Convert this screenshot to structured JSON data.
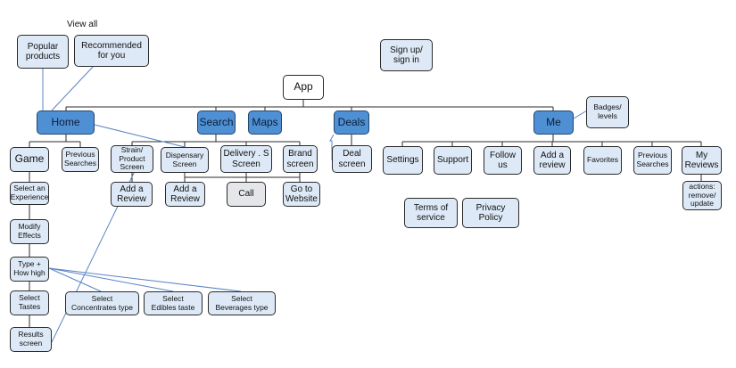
{
  "view_all_label": "View all",
  "nodes": {
    "popular_products": "Popular\nproducts",
    "recommended_for_you": "Recommended\nfor you",
    "sign_up_in": "Sign up/\nsign in",
    "app": "App",
    "badges_levels": "Badges/\nlevels",
    "home": "Home",
    "search": "Search",
    "maps": "Maps",
    "deals": "Deals",
    "me": "Me",
    "game": "Game",
    "previous_searches_home": "Previous\nSearches",
    "strain_product_screen": "Strain/\nProduct\nScreen",
    "dispensary_screen": "Dispensary\nScreen",
    "delivery_screen": "Delivery . S\nScreen",
    "brand_screen": "Brand\nscreen",
    "deal_screen": "Deal\nscreen",
    "settings": "Settings",
    "support": "Support",
    "follow_us": "Follow\nus",
    "add_review_me": "Add a\nreview",
    "favorites": "Favorites",
    "previous_searches_me": "Previous\nSearches",
    "my_reviews": "My\nReviews",
    "actions_remove_update": "actions:\nremove/\nupdate",
    "add_review_strain": "Add a\nReview",
    "add_review_dispensary": "Add a\nReview",
    "call": "Call",
    "go_to_website": "Go to\nWebsite",
    "terms_of_service": "Terms of\nservice",
    "privacy_policy": "Privacy\nPolicy",
    "select_experience": "Select an\nExperience",
    "modify_effects": "Modify\nEffects",
    "type_how_high": "Type +\nHow high",
    "select_tastes": "Select\nTastes",
    "results_screen": "Results\nscreen",
    "select_concentrates_type": "Select\nConcentrates type",
    "select_edibles_taste": "Select\nEdibles taste",
    "select_beverages_type": "Select\nBeverages type"
  },
  "colors": {
    "node_fill": "#dde9f6",
    "top_level_fill": "#4f8fd3",
    "app_fill": "#ffffff",
    "call_fill": "#e4e6ea",
    "connector": "#2b2b2b",
    "cross_link": "#5b84c4"
  }
}
